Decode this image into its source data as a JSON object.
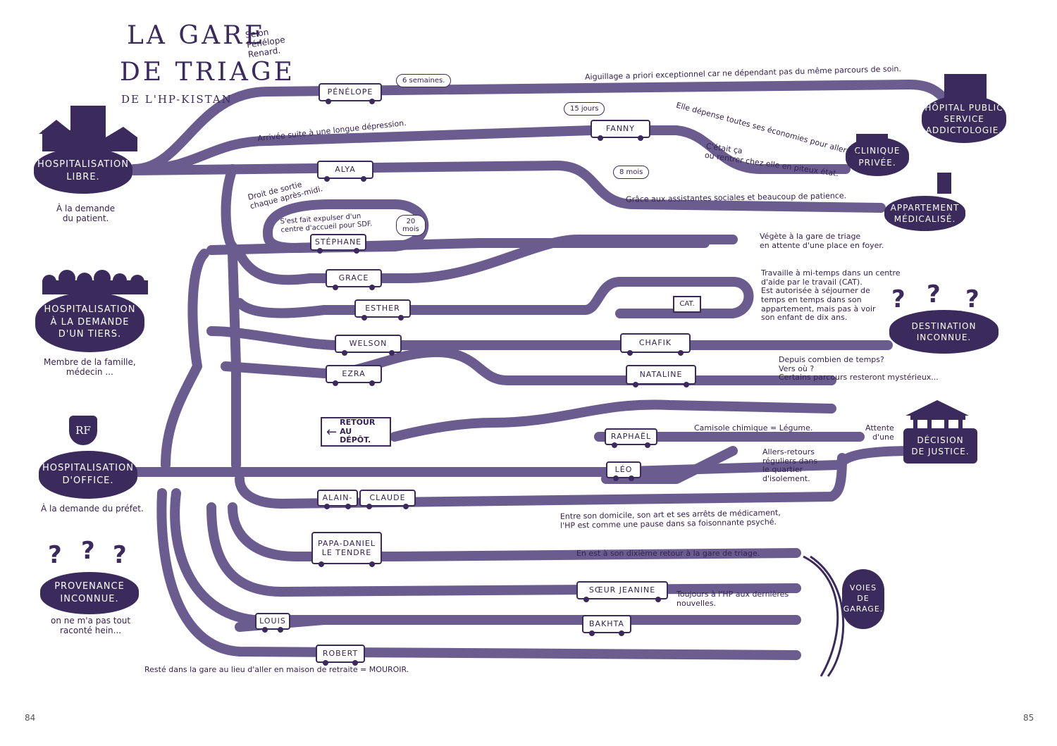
{
  "title": {
    "line1": "LA GARE",
    "line2": "DE TRIAGE",
    "line3": "DE L'HP-KISTAN",
    "author": "Selon\nPénélope\nRenard."
  },
  "origins": [
    {
      "label": "HOSPITALISATION\nLIBRE.",
      "note": "À la demande\ndu patient."
    },
    {
      "label": "HOSPITALISATION\nÀ LA DEMANDE\nD'UN TIERS.",
      "note": "Membre de la famille,\nmédecin ..."
    },
    {
      "label": "HOSPITALISATION\nD'OFFICE.",
      "note": "À la demande du préfet.",
      "shield": "RF"
    },
    {
      "label": "PROVENANCE\nINCONNUE.",
      "note": "on ne m'a pas tout\nraconté hein..."
    }
  ],
  "destinations": [
    {
      "label": "HÔPITAL PUBLIC\nSERVICE\nADDICTOLOGIE."
    },
    {
      "label": "CLINIQUE\nPRIVÉE."
    },
    {
      "label": "APPARTEMENT\nMÉDICALISÉ."
    },
    {
      "label": "DESTINATION\nINCONNUE."
    },
    {
      "label": "DÉCISION\nDE JUSTICE."
    },
    {
      "label": "VOIES\nDE\nGARAGE."
    }
  ],
  "wagons": [
    {
      "name": "PÉNÉLOPE",
      "duration": "6 semaines."
    },
    {
      "name": "FANNY",
      "duration": "15 jours"
    },
    {
      "name": "ALYA",
      "duration": "8 mois"
    },
    {
      "name": "STÉPHANE",
      "duration": "20\nmois"
    },
    {
      "name": "GRACE"
    },
    {
      "name": "ESTHER"
    },
    {
      "name": "WELSON"
    },
    {
      "name": "CHAFIK"
    },
    {
      "name": "EZRA"
    },
    {
      "name": "NATALINE"
    },
    {
      "name": "RAPHAËL"
    },
    {
      "name": "LÉO"
    },
    {
      "name": "ALAIN-"
    },
    {
      "name": "CLAUDE"
    },
    {
      "name": "PAPA-DANIEL\nLE TENDRE"
    },
    {
      "name": "SŒUR JEANINE"
    },
    {
      "name": "LOUIS"
    },
    {
      "name": "BAKHTA"
    },
    {
      "name": "ROBERT"
    }
  ],
  "depot": {
    "label": "RETOUR\nAU DÉPÔT.",
    "cat": "CAT."
  },
  "annotations": {
    "penelope": "Aiguillage a priori exceptionnel car ne dépendant pas du même parcours de soin.",
    "arrival": "Arrivée suite à une longue dépression.",
    "fanny": "Elle dépense toutes ses économies pour aller en",
    "fanny2": "C'était ça\nou rentrer chez elle en piteux état.",
    "alya": "Grâce aux assistantes sociales et beaucoup de patience.",
    "sortie": "Droit de sortie\nchaque après-midi.",
    "stephane": "S'est fait expulser d'un\ncentre d'accueil pour SDF.",
    "vegete": "Végète à la gare de triage\nen attente d'une place en foyer.",
    "cat": "Travaille à mi-temps dans un centre\nd'aide par le travail (CAT).\nEst autorisée à séjourner de\ntemps en temps dans son\nappartement, mais pas à voir\nson enfant de dix ans.",
    "mystere": "Depuis combien de temps?\nVers où ?\nCertains parcours resteront mystérieux...",
    "camisole": "Camisole chimique = Légume.",
    "attente": "Attente\nd'une",
    "isolement": "Allers-retours\nréguliers dans\nle quartier\nd'isolement.",
    "alain": "Entre son domicile, son art et ses arrêts de médicament,\nl'HP est comme une pause dans sa foisonnante psyché.",
    "papa": "En est à son dixième retour à la gare de triage.",
    "jeanine": "Toujours à l'HP aux dernières\nnouvelles.",
    "robert": "Resté dans la gare au lieu d'aller en maison de retraite = MOUROIR."
  },
  "page_numbers": {
    "left": "84",
    "right": "85"
  },
  "colors": {
    "ink": "#3b2a5c",
    "track": "#6a5a8c",
    "paper": "#ffffff"
  }
}
